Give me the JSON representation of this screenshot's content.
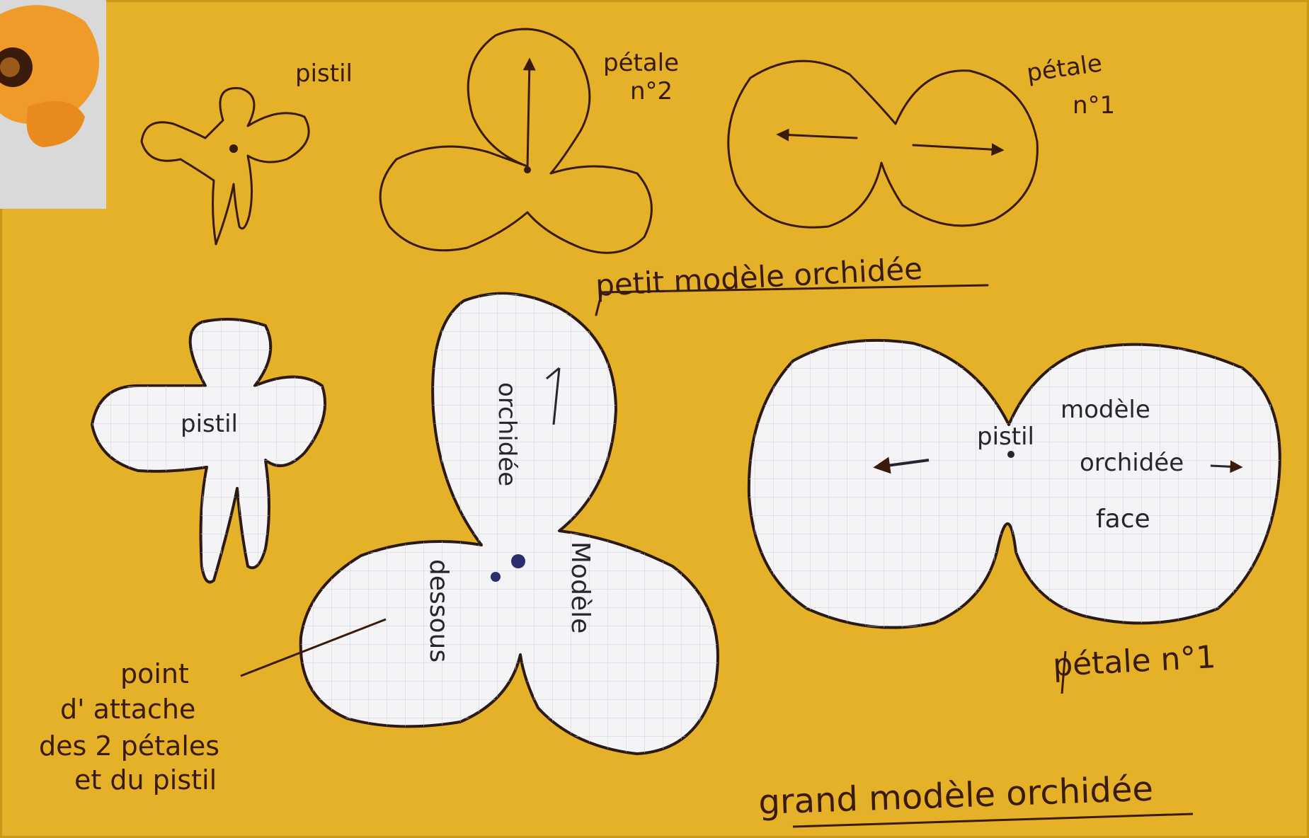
{
  "photo": {
    "background_color": "#e4b128",
    "paper_color": "#f4f4f6",
    "ink_color": "#3a1a08",
    "thumbnail_color": "#f09a2a"
  },
  "sketch_labels": {
    "pistil": "pistil",
    "petal2_line1": "pétale",
    "petal2_line2": "n°2",
    "petal1_line1": "pétale",
    "petal1_line2": "n°1",
    "small_model_title": "petit modèle orchidée"
  },
  "cutout_labels": {
    "pistil": "pistil",
    "three_lobe_left": "dessous",
    "three_lobe_top": "orchidée",
    "three_lobe_right": "Modèle",
    "large_pistil": "pistil",
    "large_model_line1": "modèle",
    "large_model_line2": "orchidée",
    "large_model_line3": "face",
    "petal_no1": "pétale n°1"
  },
  "annotation": {
    "line1": "point",
    "line2": "d' attache",
    "line3": "des 2 pétales",
    "line4": "et du pistil"
  },
  "large_model_title": "grand modèle orchidée"
}
